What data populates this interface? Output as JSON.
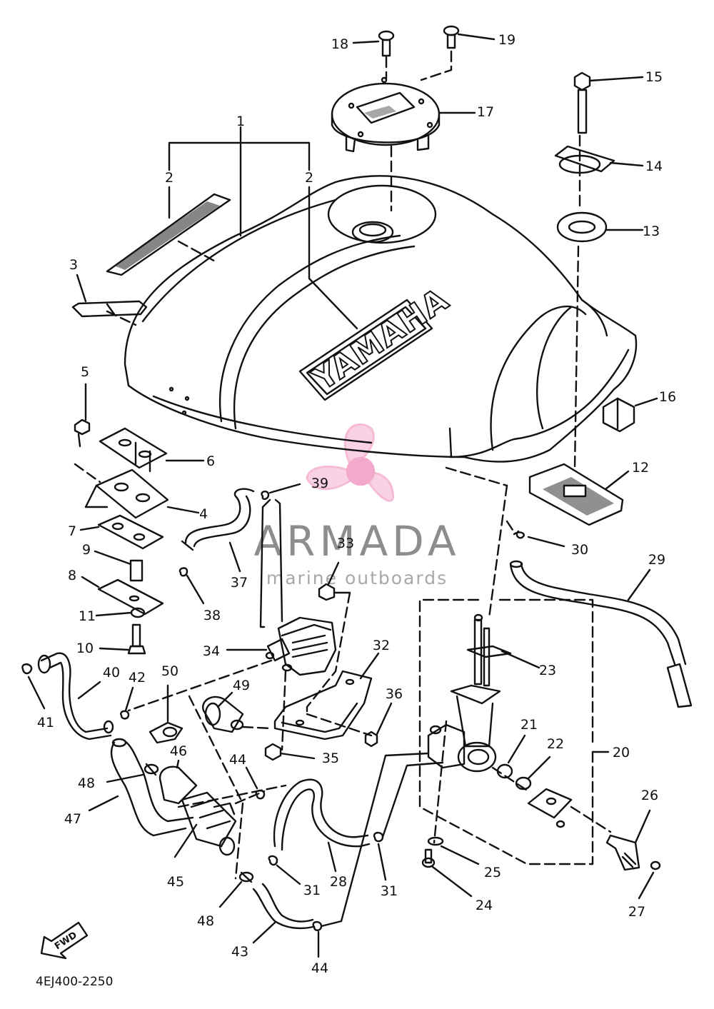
{
  "diagram": {
    "part_code": "4EJ400-2250",
    "tank_brand": "YAMAHA",
    "fwd_label": "FWD",
    "decal_label": "YAMAHA",
    "callouts": [
      {
        "id": "c1",
        "text": "1"
      },
      {
        "id": "c2a",
        "text": "2"
      },
      {
        "id": "c2b",
        "text": "2"
      },
      {
        "id": "c3",
        "text": "3"
      },
      {
        "id": "c4",
        "text": "4"
      },
      {
        "id": "c5",
        "text": "5"
      },
      {
        "id": "c6",
        "text": "6"
      },
      {
        "id": "c7",
        "text": "7"
      },
      {
        "id": "c8",
        "text": "8"
      },
      {
        "id": "c9",
        "text": "9"
      },
      {
        "id": "c10",
        "text": "10"
      },
      {
        "id": "c11",
        "text": "11"
      },
      {
        "id": "c12",
        "text": "12"
      },
      {
        "id": "c13",
        "text": "13"
      },
      {
        "id": "c14",
        "text": "14"
      },
      {
        "id": "c15",
        "text": "15"
      },
      {
        "id": "c16",
        "text": "16"
      },
      {
        "id": "c17",
        "text": "17"
      },
      {
        "id": "c18",
        "text": "18"
      },
      {
        "id": "c19",
        "text": "19"
      },
      {
        "id": "c20",
        "text": "20"
      },
      {
        "id": "c21",
        "text": "21"
      },
      {
        "id": "c22",
        "text": "22"
      },
      {
        "id": "c23",
        "text": "23"
      },
      {
        "id": "c24",
        "text": "24"
      },
      {
        "id": "c25",
        "text": "25"
      },
      {
        "id": "c26",
        "text": "26"
      },
      {
        "id": "c27",
        "text": "27"
      },
      {
        "id": "c28",
        "text": "28"
      },
      {
        "id": "c29",
        "text": "29"
      },
      {
        "id": "c30",
        "text": "30"
      },
      {
        "id": "c31a",
        "text": "31"
      },
      {
        "id": "c31b",
        "text": "31"
      },
      {
        "id": "c32",
        "text": "32"
      },
      {
        "id": "c33",
        "text": "33"
      },
      {
        "id": "c34",
        "text": "34"
      },
      {
        "id": "c35",
        "text": "35"
      },
      {
        "id": "c36",
        "text": "36"
      },
      {
        "id": "c37",
        "text": "37"
      },
      {
        "id": "c38",
        "text": "38"
      },
      {
        "id": "c39",
        "text": "39"
      },
      {
        "id": "c40",
        "text": "40"
      },
      {
        "id": "c41",
        "text": "41"
      },
      {
        "id": "c42",
        "text": "42"
      },
      {
        "id": "c43",
        "text": "43"
      },
      {
        "id": "c44a",
        "text": "44"
      },
      {
        "id": "c44b",
        "text": "44"
      },
      {
        "id": "c45",
        "text": "45"
      },
      {
        "id": "c46",
        "text": "46"
      },
      {
        "id": "c47",
        "text": "47"
      },
      {
        "id": "c48a",
        "text": "48"
      },
      {
        "id": "c48b",
        "text": "48"
      },
      {
        "id": "c49",
        "text": "49"
      },
      {
        "id": "c50",
        "text": "50"
      }
    ]
  },
  "watermark": {
    "name": "ARMADA",
    "tagline": "marine outboards",
    "name_color": "#7a7a7a",
    "tagline_color": "#9a9a9a",
    "propeller_color": "#f3a6c8"
  }
}
